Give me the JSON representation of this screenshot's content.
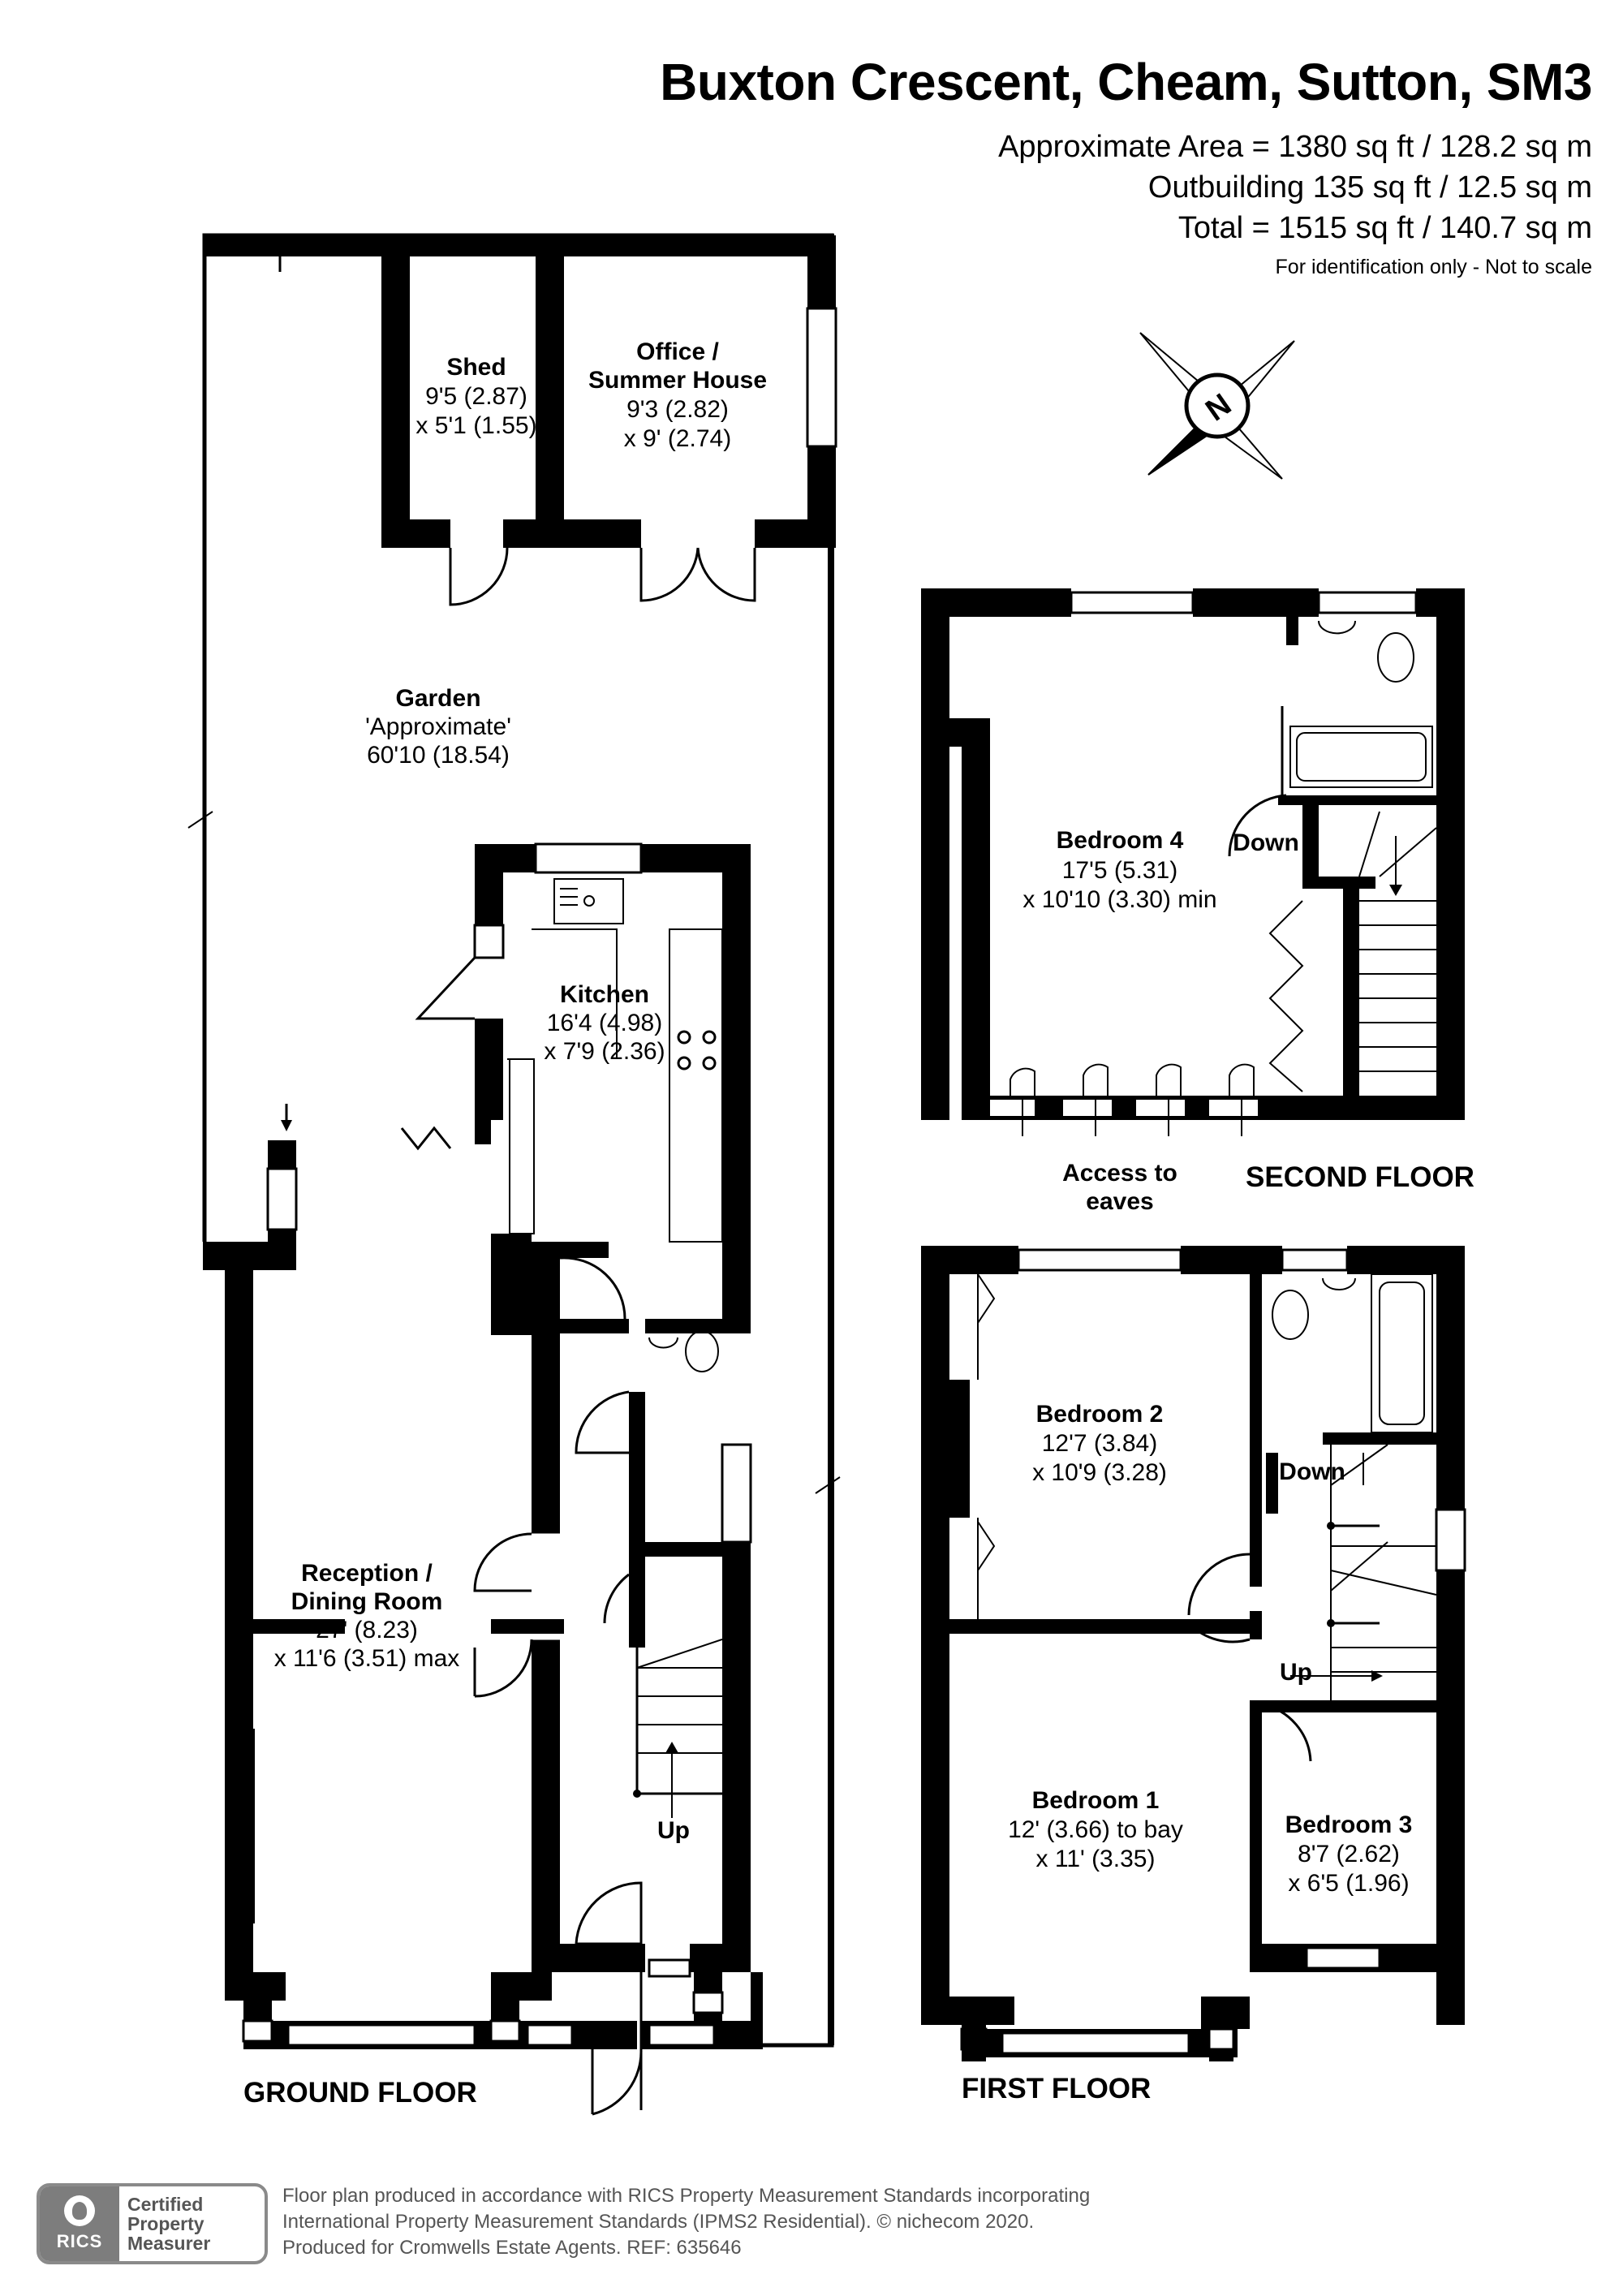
{
  "header": {
    "title": "Buxton Crescent, Cheam, Sutton, SM3",
    "area_lines": [
      "Approximate Area = 1380 sq ft / 128.2 sq m",
      "Outbuilding 135 sq ft / 12.5 sq m",
      "Total = 1515 sq ft / 140.7 sq m"
    ],
    "note": "For identification only - Not to scale"
  },
  "compass": {
    "label": "N"
  },
  "floors": {
    "ground": "GROUND FLOOR",
    "first": "FIRST FLOOR",
    "second": "SECOND FLOOR"
  },
  "rooms": {
    "shed": [
      "Shed",
      "9'5 (2.87)",
      "x 5'1 (1.55)"
    ],
    "office": [
      "Office /",
      "Summer House",
      "9'3 (2.82)",
      "x 9' (2.74)"
    ],
    "garden": [
      "Garden",
      "'Approximate'",
      "60'10 (18.54)"
    ],
    "kitchen": [
      "Kitchen",
      "16'4 (4.98)",
      "x 7'9 (2.36)"
    ],
    "reception": [
      "Reception /",
      "Dining Room",
      "27' (8.23)",
      "x 11'6 (3.51) max"
    ],
    "bedroom4": [
      "Bedroom 4",
      "17'5 (5.31)",
      "x 10'10 (3.30) min"
    ],
    "bedroom2": [
      "Bedroom 2",
      "12'7 (3.84)",
      "x 10'9 (3.28)"
    ],
    "bedroom1": [
      "Bedroom 1",
      "12' (3.66) to bay",
      "x 11' (3.35)"
    ],
    "bedroom3": [
      "Bedroom 3",
      "8'7 (2.62)",
      "x 6'5 (1.96)"
    ]
  },
  "annotations": {
    "up": "Up",
    "down": "Down",
    "eaves": [
      "Access to",
      "eaves"
    ]
  },
  "footer": {
    "badge_org": "RICS",
    "badge_lines": [
      "Certified",
      "Property",
      "Measurer"
    ],
    "lines": [
      "Floor plan produced in accordance with RICS Property Measurement Standards incorporating",
      "International Property Measurement Standards (IPMS2 Residential).   © nichecom 2020.",
      "Produced for Cromwells Estate Agents.   REF:  635646"
    ]
  }
}
